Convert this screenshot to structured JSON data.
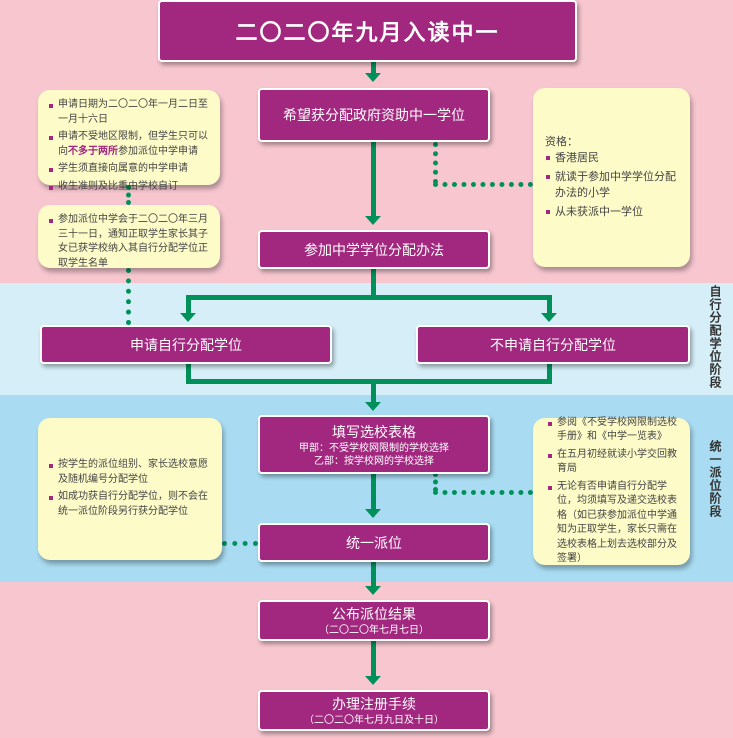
{
  "title": "二〇二〇年九月入读中一",
  "steps": {
    "hope": "希望获分配政府资助中一学位",
    "join": "参加中学学位分配办法",
    "apply_dp": "申请自行分配学位",
    "no_apply_dp": "不申请自行分配学位",
    "fill_form": "填写选校表格",
    "fill_a": "甲部：不受学校网限制的学校选择",
    "fill_b": "乙部：按学校网的学校选择",
    "cap": "统一派位",
    "result": "公布派位结果",
    "result_date": "（二〇二〇年七月七日）",
    "register": "办理注册手续",
    "register_date": "（二〇二〇年七月九日及十日）"
  },
  "notes": {
    "dp_apply": [
      "申请日期为二〇二〇年一月二日至一月十六日",
      "申请不受地区限制，但学生只可以向",
      "不多于两所",
      "参加派位中学申请",
      "学生须直接向属意的中学申请",
      "收生准则及比重由学校自订"
    ],
    "dp_notify": "参加派位中学会于二〇二〇年三月三十一日，通知正取学生家长其子女已获学校纳入其自行分配学位正取学生名单",
    "eligibility_title": "资格：",
    "eligibility": [
      "香港居民",
      "就读于参加中学学位分配办法的小学",
      "从未获派中一学位"
    ],
    "cap_rules": [
      "按学生的派位组别、家长选校意愿及随机编号分配学位",
      "如成功获自行分配学位，则不会在统一派位阶段另行获分配学位"
    ],
    "form_notes": [
      "参阅《不受学校网限制选校手册》和《中学一览表》",
      "在五月初经就读小学交回教育局",
      "无论有否申请自行分配学位，均须填写及递交选校表格（如已获参加派位中学通知为正取学生，家长只需在选校表格上划去选校部分及签署）"
    ]
  },
  "stages": {
    "dp": "自行分配学位阶段",
    "cap": "统一派位阶段"
  },
  "colors": {
    "box": "#a1277f",
    "line": "#00915a",
    "note": "#fdfbc8",
    "pink": "#f7c6cf",
    "lightblue": "#d6eef8",
    "blue": "#a9dcf2"
  }
}
